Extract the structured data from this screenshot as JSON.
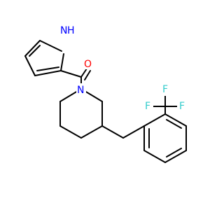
{
  "atoms": [
    {
      "id": "nh",
      "symbol": "N",
      "suffix": "H",
      "color": "#0000ff"
    },
    {
      "id": "o",
      "symbol": "O",
      "color": "#ff0000"
    },
    {
      "id": "n_pip",
      "symbol": "N",
      "color": "#0000ff"
    },
    {
      "id": "f1",
      "symbol": "F",
      "color": "#33cccc"
    },
    {
      "id": "f2",
      "symbol": "F",
      "color": "#33cccc"
    },
    {
      "id": "f3",
      "symbol": "F",
      "color": "#33cccc"
    }
  ]
}
